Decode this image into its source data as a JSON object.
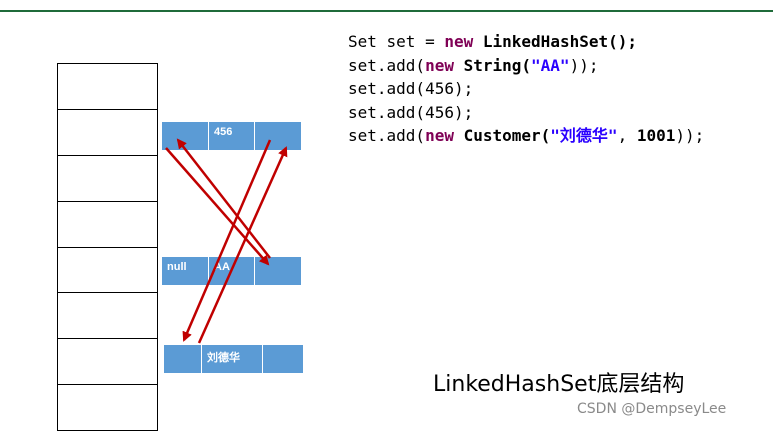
{
  "code_lines": [
    [
      {
        "t": "Set ",
        "c": "var"
      },
      {
        "t": "set",
        "c": "var"
      },
      {
        "t": " = ",
        "c": "var"
      },
      {
        "t": "new",
        "c": "kw"
      },
      {
        "t": " LinkedHashSet();",
        "c": "cls"
      }
    ],
    [
      {
        "t": "set.add(",
        "c": "var"
      },
      {
        "t": "new",
        "c": "kw"
      },
      {
        "t": " String(",
        "c": "cls"
      },
      {
        "t": "\"AA\"",
        "c": "str"
      },
      {
        "t": "));",
        "c": "var"
      }
    ],
    [
      {
        "t": "set.add(456);",
        "c": "var"
      }
    ],
    [
      {
        "t": "set.add(456);",
        "c": "var"
      }
    ],
    [
      {
        "t": "set.add(",
        "c": "var"
      },
      {
        "t": "new",
        "c": "kw"
      },
      {
        "t": " Customer(",
        "c": "cls"
      },
      {
        "t": "\"刘德华\"",
        "c": "str"
      },
      {
        "t": ", ",
        "c": "var"
      },
      {
        "t": "1001",
        "c": "cls"
      },
      {
        "t": "));",
        "c": "var"
      }
    ]
  ],
  "nodes": {
    "node_456": {
      "cells": [
        "",
        "456",
        ""
      ]
    },
    "node_aa": {
      "cells": [
        "null",
        "AA",
        ""
      ]
    },
    "node_ldh": {
      "cells": [
        "",
        "刘德华",
        ""
      ]
    }
  },
  "caption": "LinkedHashSet底层结构",
  "credit": "CSDN @DempseyLee",
  "colors": {
    "node": "#5b9bd5",
    "arrow": "#c00000"
  }
}
